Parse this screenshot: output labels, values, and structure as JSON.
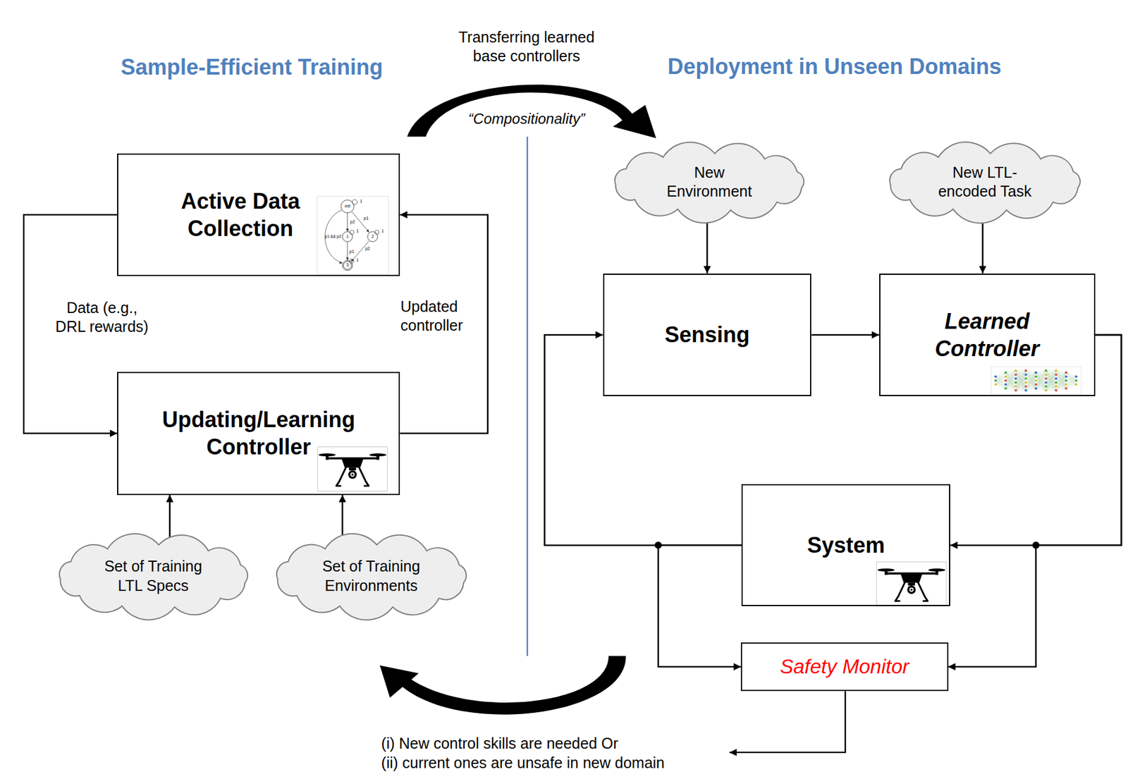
{
  "diagram": {
    "nodes": [
      {
        "text": [
          "Active Data Collection"
        ]
      },
      {
        "text": [
          "Updating/Learning Controller"
        ]
      },
      {
        "text": [
          "Set of Training LTL Specs"
        ]
      },
      {
        "text": [
          "Set of Training Environments"
        ]
      },
      {
        "text": [
          "New Environment"
        ]
      },
      {
        "text": [
          "New LTL-encoded Task"
        ]
      },
      {
        "text": [
          "Sensing"
        ]
      },
      {
        "text": [
          "Learned Controller"
        ]
      },
      {
        "text": [
          "System"
        ]
      },
      {
        "text": [
          "Safety Monitor"
        ]
      }
    ],
    "edges": [
      {
        "from": 0,
        "to": 1,
        "arrow": "to",
        "label": "Data (e.g., DRL rewards)"
      },
      {
        "from": 1,
        "to": 0,
        "arrow": "to",
        "label": "Updated controller"
      },
      {
        "from": 2,
        "to": 1,
        "arrow": "to"
      },
      {
        "from": 3,
        "to": 1,
        "arrow": "to"
      },
      {
        "from": 4,
        "to": 6,
        "arrow": "to"
      },
      {
        "from": 5,
        "to": 7,
        "arrow": "to"
      },
      {
        "from": 6,
        "to": 7,
        "arrow": "to"
      },
      {
        "from": 7,
        "to": 8,
        "arrow": "to"
      },
      {
        "from": 7,
        "to": 9,
        "arrow": "to"
      },
      {
        "from": 8,
        "to": 6,
        "arrow": "to"
      },
      {
        "from": 8,
        "to": 9,
        "arrow": "to"
      }
    ],
    "labels": [
      "Sample-Efficient Training",
      "Transferring learned base controllers",
      "“Compositionality”",
      "Deployment in Unseen Domains",
      "(i) New control skills are needed Or",
      "(ii) current ones are unsafe in new domain",
      "init",
      "1",
      "p2",
      "p1",
      "p1 && p2",
      "1",
      "1",
      "2",
      "1",
      "p1",
      "p2",
      "3",
      "1"
    ]
  }
}
